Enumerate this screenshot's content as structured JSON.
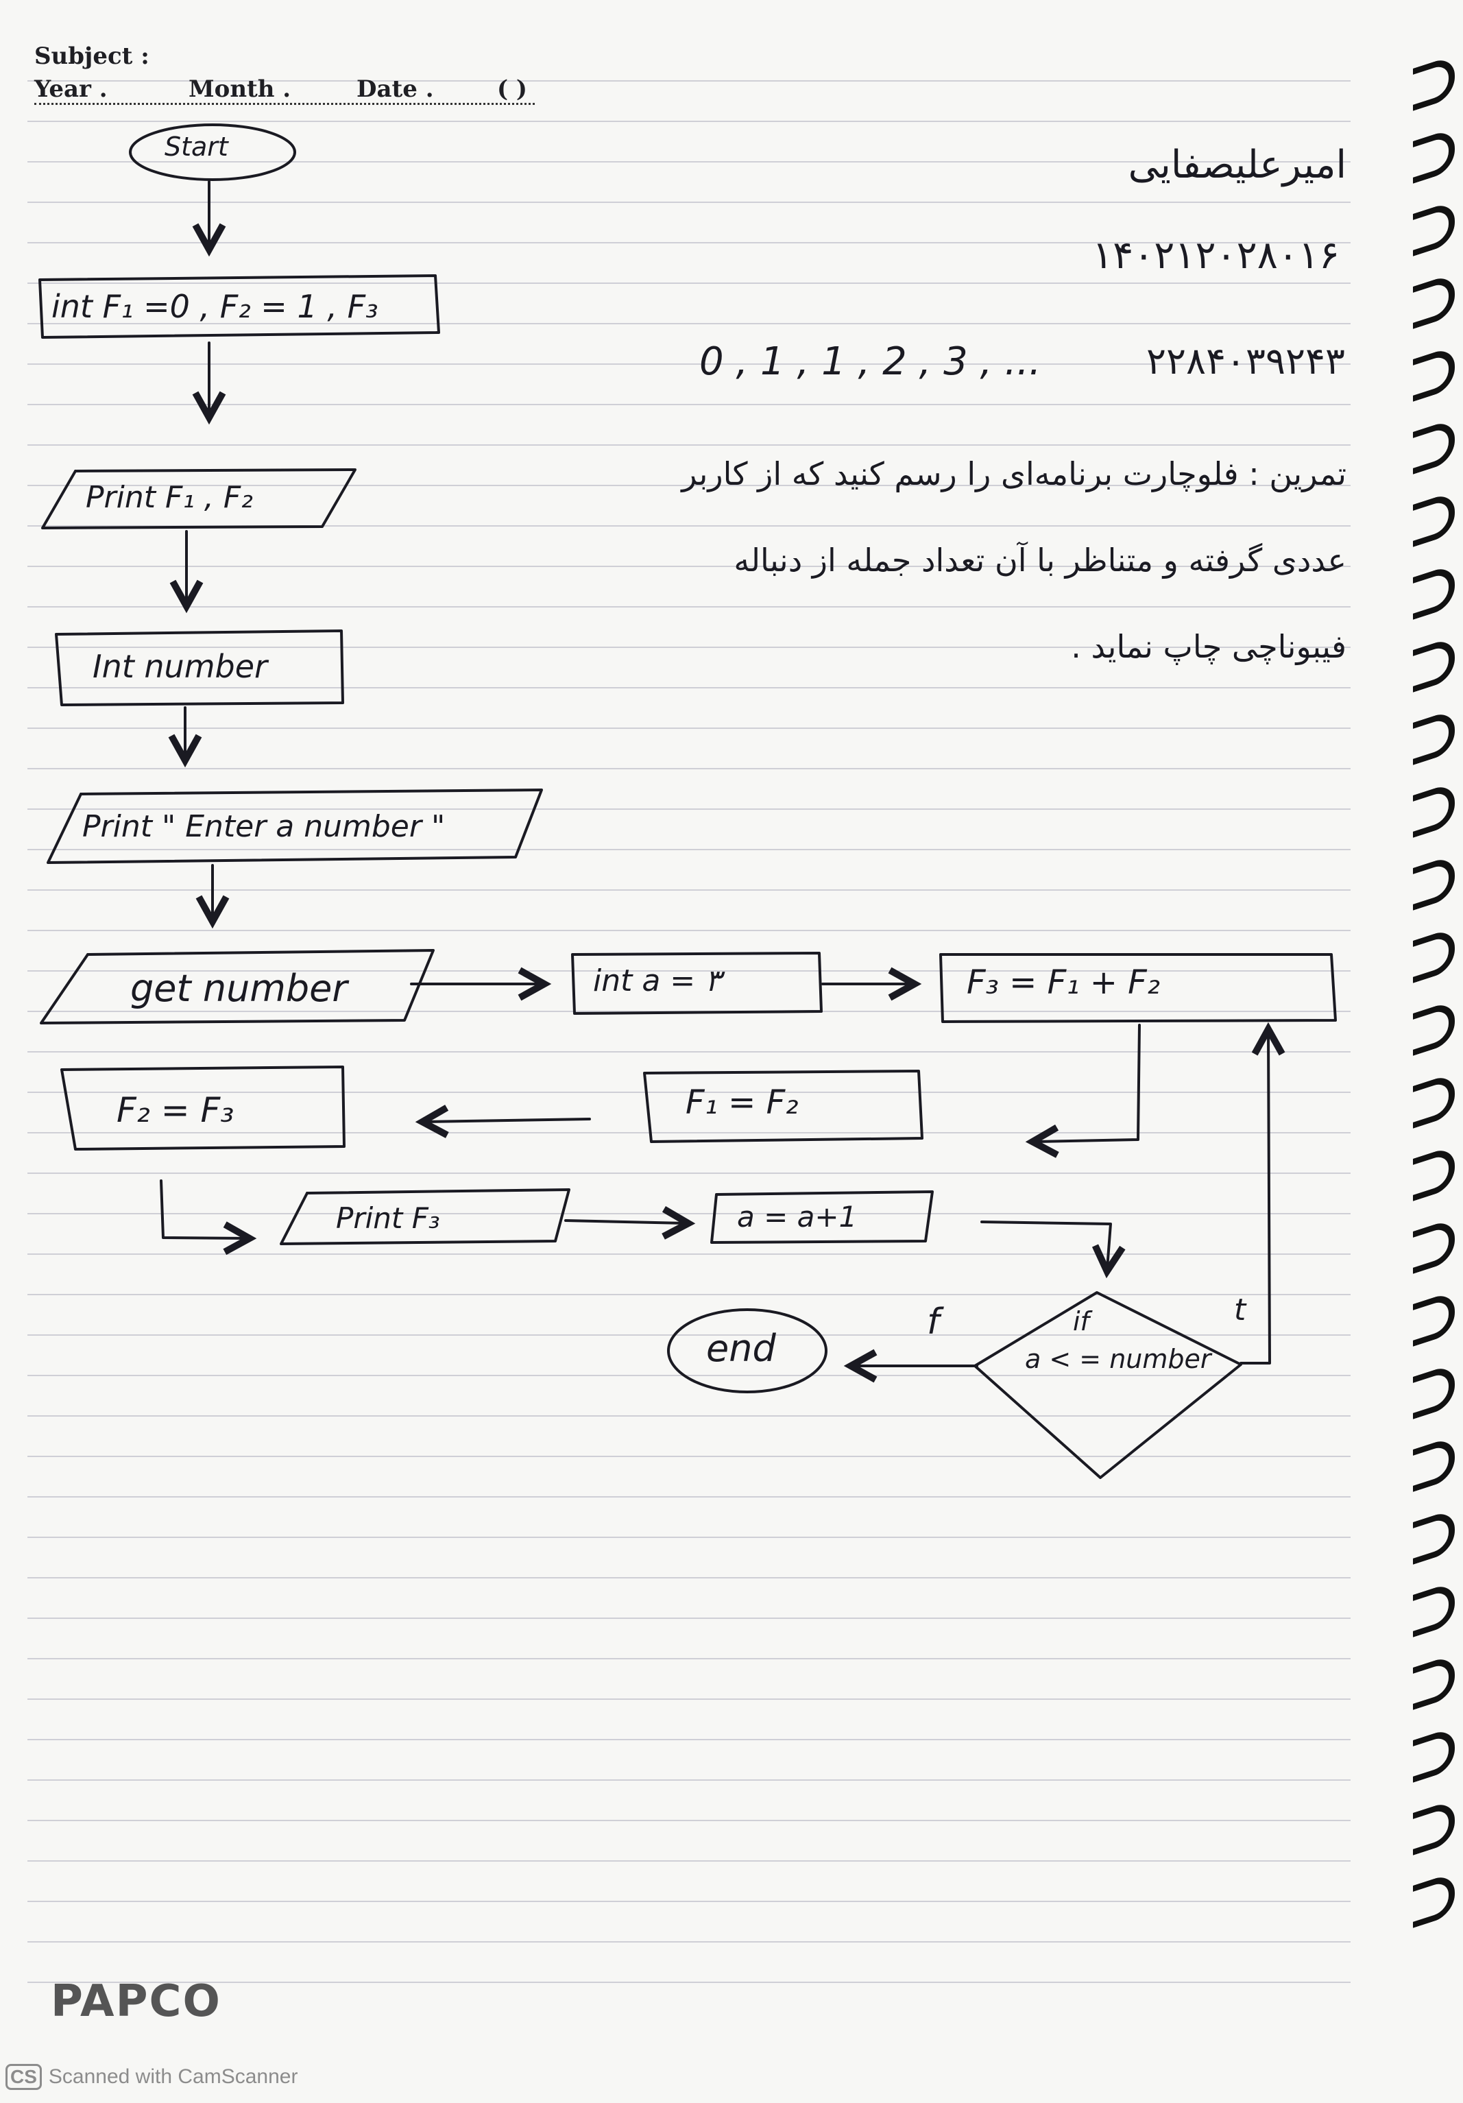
{
  "header": {
    "subject_label": "Subject :",
    "year_label": "Year .",
    "month_label": "Month .",
    "date_label": "Date .",
    "paren": "( )"
  },
  "student": {
    "name": "امیرعلیصفایی",
    "id": "۱۴۰۲۱۲۰۲۸۰۱۶",
    "sequence": "0 , 1 , 1 , 2 , 3 , ...",
    "sequence_number": "۲۲۸۴۰۳۹۲۴۳"
  },
  "exercise": {
    "lines": [
      "تمرین : فلوچارت برنامه‌ای را رسم کنید که از کاربر",
      "عددی گرفته و متناظر با آن تعداد جمله از دنباله",
      "فیبوناچی چاپ نماید ."
    ]
  },
  "flowchart": {
    "start": "Start",
    "init": "int F₁ =0 , F₂ = 1 , F₃",
    "print_f1f2": "Print  F₁ , F₂",
    "int_number": "Int  number",
    "prompt": "Print  \" Enter a number \"",
    "get_number": "get  number",
    "int_a": "int  a = ۳",
    "f3_sum": "F₃ = F₁ + F₂",
    "f1_f2": "F₁ = F₂",
    "f2_f3": "F₂ = F₃",
    "print_f3": "Print  F₃",
    "a_inc": "a = a+1",
    "cond_if": "if",
    "cond_expr": "a < = number",
    "label_false": "f",
    "label_true": "t",
    "end": "end"
  },
  "footer": {
    "brand": "PAPCO",
    "scanner_icon": "CS",
    "scanner_text": "Scanned with CamScanner"
  }
}
